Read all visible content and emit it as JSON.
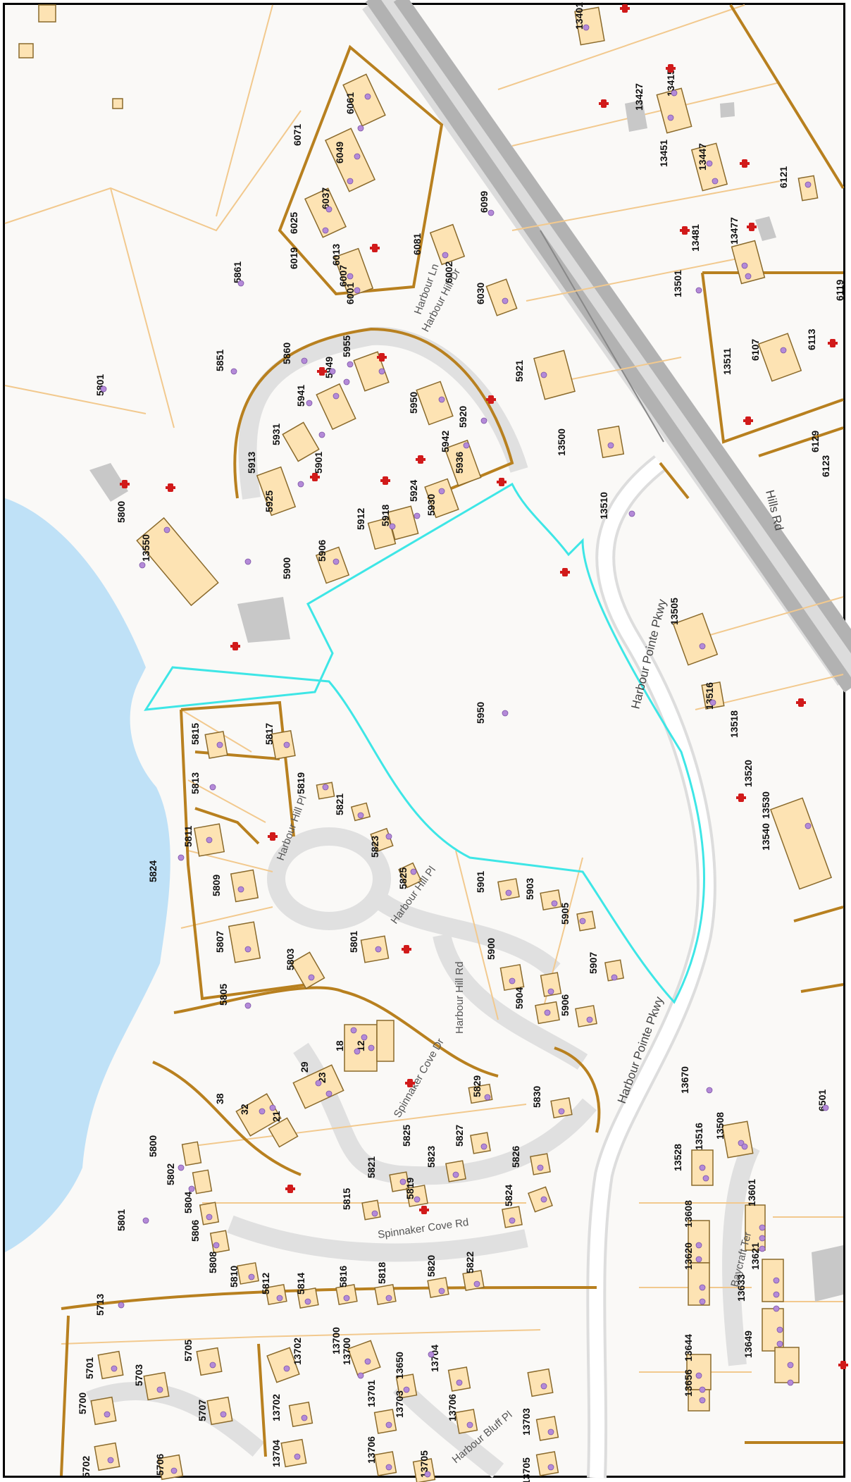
{
  "map": {
    "colors": {
      "background": "#faf9f7",
      "water": "#bfe1f7",
      "parcel_line": "#f2c98e",
      "parcel_line_bold": "#b8801f",
      "building_fill": "#fde3b3",
      "building_stroke": "#8a6a2c",
      "address_point": "#b48ad8",
      "hydrant": "#d11a1a",
      "highlight": "#3ee6e6",
      "highway": "#b2b2b2",
      "road_case": "#dddddd"
    },
    "roads": [
      {
        "id": "harbour-pointe-pkwy-north",
        "text": "Harbour Pointe Pkwy"
      },
      {
        "id": "harbour-pointe-pkwy-south",
        "text": "Harbour Pointe Pkwy"
      },
      {
        "id": "harbour-hill-pl-a",
        "text": "Harbour Hill Pl"
      },
      {
        "id": "harbour-hill-pl-b",
        "text": "Harbour Hill Pl"
      },
      {
        "id": "harbour-hill-rd",
        "text": "Harbour Hill Rd"
      },
      {
        "id": "harbour-hill-dr",
        "text": "Harbour Hill Dr"
      },
      {
        "id": "harbour-ln",
        "text": "Harbour Ln"
      },
      {
        "id": "spinnaker-cove-dr",
        "text": "Spinnaker Cove Dr"
      },
      {
        "id": "spinnaker-cove-rd",
        "text": "Spinnaker Cove Rd"
      },
      {
        "id": "baycraft-ter",
        "text": "Baycraft Ter"
      },
      {
        "id": "harbour-bluff-pl",
        "text": "Harbour Bluff Pl"
      },
      {
        "id": "hills-rd",
        "text": "Hills Rd"
      }
    ],
    "addresses": [
      "13401",
      "13427",
      "13415",
      "13451",
      "13447",
      "6121",
      "13481",
      "13477",
      "13501",
      "6119",
      "6107",
      "6113",
      "13511",
      "6129",
      "6123",
      "6071",
      "6061",
      "6049",
      "6037",
      "6025",
      "6019",
      "6013",
      "6007",
      "6001",
      "6081",
      "6002",
      "6099",
      "6030",
      "5921",
      "5861",
      "5801",
      "5851",
      "5860",
      "5949",
      "5955",
      "5941",
      "5950",
      "5931",
      "5920",
      "5942",
      "5913",
      "5901",
      "5936",
      "5925",
      "5924",
      "5930",
      "5918",
      "5912",
      "5906",
      "5900",
      "13500",
      "13510",
      "5800",
      "13550",
      "5950",
      "13505",
      "13516",
      "13518",
      "13520",
      "13530",
      "13540",
      "5815",
      "5817",
      "5813",
      "5819",
      "5821",
      "5811",
      "5824",
      "5823",
      "5809",
      "5825",
      "5901",
      "5903",
      "5905",
      "5807",
      "5801",
      "5803",
      "5900",
      "5907",
      "5805",
      "5904",
      "5906",
      "18",
      "12",
      "29",
      "23",
      "38",
      "32",
      "21",
      "5829",
      "5830",
      "5827",
      "5825",
      "5826",
      "5823",
      "5821",
      "5815",
      "5819",
      "5824",
      "5800",
      "5802",
      "5804",
      "5806",
      "5808",
      "5810",
      "5812",
      "5814",
      "5816",
      "5818",
      "5820",
      "5822",
      "5801",
      "5713",
      "13670",
      "6501",
      "13528",
      "13516",
      "13508",
      "13601",
      "13608",
      "13620",
      "13621",
      "13633",
      "13644",
      "13649",
      "13656",
      "13700",
      "13702",
      "13700",
      "13650",
      "13701",
      "13703",
      "13704",
      "13706",
      "13703",
      "13705",
      "13706",
      "13705",
      "13704",
      "13702",
      "5701",
      "5703",
      "5705",
      "5700",
      "5707",
      "5702",
      "5706"
    ]
  }
}
